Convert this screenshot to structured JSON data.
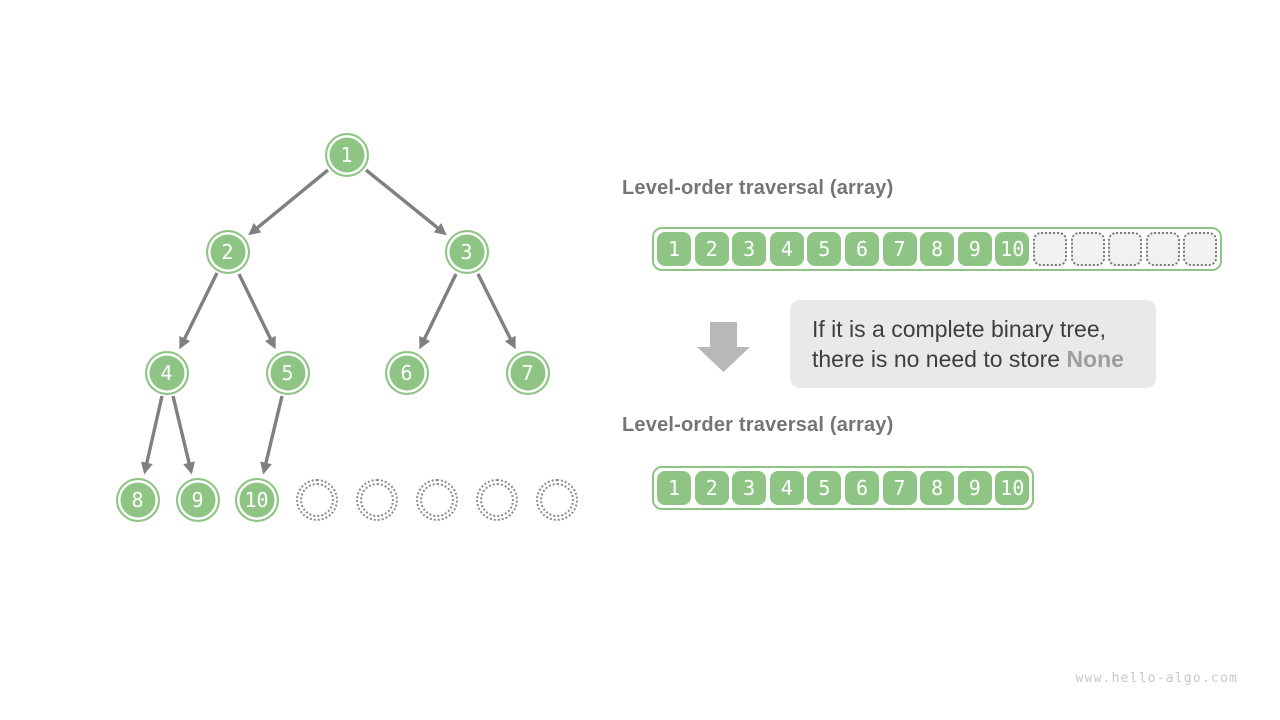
{
  "tree": {
    "nodes": [
      "1",
      "2",
      "3",
      "4",
      "5",
      "6",
      "7",
      "8",
      "9",
      "10"
    ],
    "empty_slots": 5,
    "edges": [
      [
        "1",
        "2"
      ],
      [
        "1",
        "3"
      ],
      [
        "2",
        "4"
      ],
      [
        "2",
        "5"
      ],
      [
        "3",
        "6"
      ],
      [
        "3",
        "7"
      ],
      [
        "4",
        "8"
      ],
      [
        "4",
        "9"
      ],
      [
        "5",
        "10"
      ]
    ]
  },
  "panels": {
    "top_array": {
      "title": "Level-order traversal (array)",
      "values": [
        "1",
        "2",
        "3",
        "4",
        "5",
        "6",
        "7",
        "8",
        "9",
        "10"
      ],
      "empty_cells": 5
    },
    "note": {
      "line1": "If it is a complete binary tree,",
      "line2_prefix": "there is no need to store ",
      "line2_highlight": "None"
    },
    "bottom_array": {
      "title": "Level-order traversal (array)",
      "values": [
        "1",
        "2",
        "3",
        "4",
        "5",
        "6",
        "7",
        "8",
        "9",
        "10"
      ]
    }
  },
  "watermark": "www.hello-algo.com",
  "colors": {
    "node_green": "#8ec584",
    "edge_gray": "#808080",
    "title_gray": "#757575",
    "note_bg": "#e9e9e9",
    "note_text": "#3e3e3e",
    "none_gray": "#9e9e9e",
    "empty_cell_bg": "#f1f1f1",
    "watermark_gray": "#c8c8c8"
  }
}
